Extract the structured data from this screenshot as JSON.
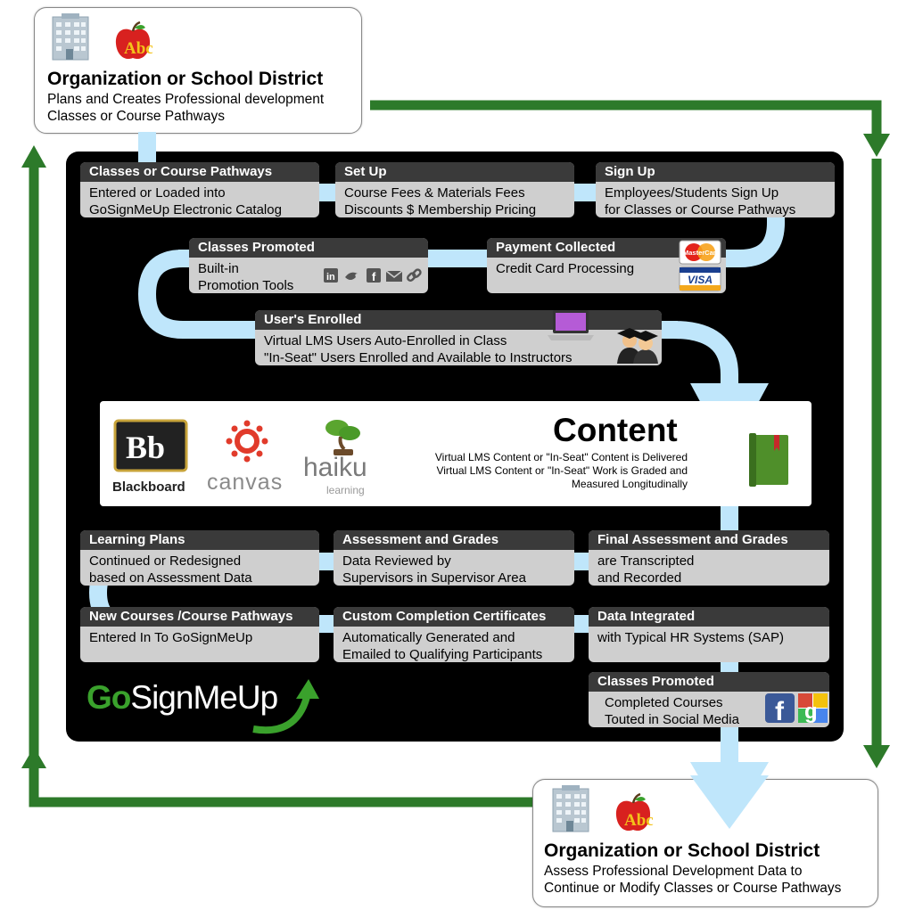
{
  "top_org": {
    "title": "Organization or School District",
    "desc_line1": "Plans and Creates Professional development",
    "desc_line2": "Classes or Course Pathways",
    "apple_text": "Abc"
  },
  "bottom_org": {
    "title": "Organization or School District",
    "desc_line1": "Assess Professional Development Data to",
    "desc_line2": "Continue or Modify Classes or Course Pathways",
    "apple_text": "Abc"
  },
  "steps": {
    "pathways": {
      "title": "Classes or Course Pathways",
      "line1": "Entered or Loaded into",
      "line2": "GoSignMeUp Electronic Catalog"
    },
    "setup": {
      "title": "Set Up",
      "line1": "Course Fees & Materials Fees",
      "line2": "Discounts $ Membership Pricing"
    },
    "signup": {
      "title": "Sign Up",
      "line1": "Employees/Students Sign Up",
      "line2": "for Classes or Course Pathways"
    },
    "promoted": {
      "title": "Classes Promoted",
      "line1": "Built-in",
      "line2": "Promotion Tools"
    },
    "payment": {
      "title": "Payment Collected",
      "line1": "Credit Card Processing",
      "card1": "MasterCard",
      "card2": "VISA"
    },
    "enrolled": {
      "title": "User's Enrolled",
      "line1": "Virtual LMS Users Auto-Enrolled in Class",
      "line2": "\"In-Seat\" Users Enrolled and Available to Instructors"
    },
    "learning": {
      "title": "Learning Plans",
      "line1": "Continued or Redesigned",
      "line2": "based on Assessment Data"
    },
    "assessment": {
      "title": "Assessment and Grades",
      "line1": "Data Reviewed by",
      "line2": "Supervisors in Supervisor Area"
    },
    "final": {
      "title": "Final Assessment and Grades",
      "line1": "are Transcripted",
      "line2": "and Recorded"
    },
    "newcourses": {
      "title": "New Courses /Course Pathways",
      "line1": "Entered In To GoSignMeUp"
    },
    "certs": {
      "title": "Custom Completion Certificates",
      "line1": "Automatically Generated and",
      "line2": "Emailed to Qualifying Participants"
    },
    "integrated": {
      "title": "Data Integrated",
      "line1": "with Typical HR Systems (SAP)"
    },
    "promoted2": {
      "title": "Classes Promoted",
      "line1": "Completed Courses",
      "line2": "Touted in Social Media"
    }
  },
  "content": {
    "title": "Content",
    "line1": "Virtual LMS Content or \"In-Seat\" Content is Delivered",
    "line2": "Virtual LMS Content or \"In-Seat\" Work is Graded and",
    "line3": "Measured Longitudinally",
    "blackboard_mark": "Bb",
    "blackboard_label": "Blackboard",
    "canvas_label": "canvas",
    "haiku_label": "haiku",
    "haiku_sub": "learning"
  },
  "brand": {
    "go": "Go",
    "rest": "SignMeUp"
  },
  "colors": {
    "green": "#2d7a2a",
    "flow": "#bfe6fb",
    "panel": "#000000",
    "header": "#3a3a3a",
    "body": "#cfcfcf"
  }
}
